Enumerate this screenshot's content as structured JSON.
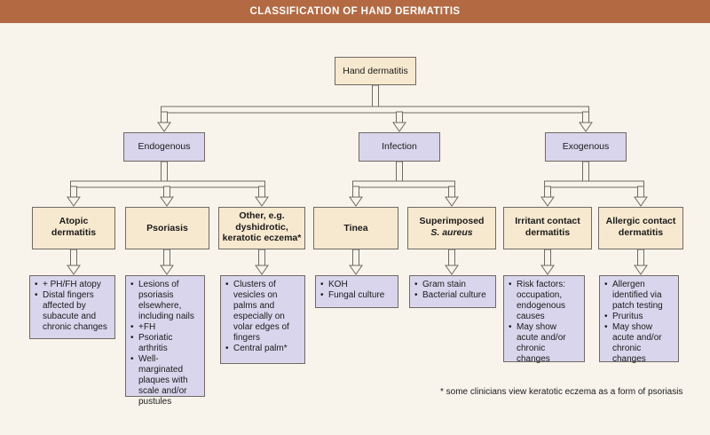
{
  "title": "CLASSIFICATION OF HAND DERMATITIS",
  "root": "Hand dermatitis",
  "groups": {
    "endogenous": "Endogenous",
    "infection": "Infection",
    "exogenous": "Exogenous"
  },
  "types": {
    "atopic": [
      "Atopic",
      "dermatitis"
    ],
    "psoriasis": "Psoriasis",
    "other": [
      "Other, e.g.",
      "dyshidrotic,",
      "keratotic eczema*"
    ],
    "tinea": "Tinea",
    "saureus": {
      "prefix": "Superimposed",
      "organism": "S. aureus"
    },
    "irritant": [
      "Irritant contact",
      "dermatitis"
    ],
    "allergic": [
      "Allergic contact",
      "dermatitis"
    ]
  },
  "details": {
    "atopic": [
      "+ PH/FH atopy",
      "Distal fingers affected by subacute and chronic changes"
    ],
    "psoriasis": [
      "Lesions of psoriasis elsewhere, including nails",
      "+FH",
      "Psoriatic arthritis",
      "Well-marginated plaques with scale and/or pustules"
    ],
    "other": [
      "Clusters of vesicles on palms and especially on volar edges of fingers",
      "Central palm*"
    ],
    "tinea": [
      "KOH",
      "Fungal culture"
    ],
    "saureus": [
      "Gram stain",
      "Bacterial culture"
    ],
    "irritant": [
      "Risk factors: occupation, endogenous causes",
      "May show acute and/or chronic changes"
    ],
    "allergic": [
      "Allergen identified via patch testing",
      "Pruritus",
      "May show acute and/or chronic changes"
    ]
  },
  "footnote": "* some clinicians view keratotic eczema as a form of psoriasis",
  "colors": {
    "title_bar": "#b36a42",
    "cream_box": "#f7e9cf",
    "lavender_box": "#d9d5ec",
    "background": "#f8f4ec"
  }
}
